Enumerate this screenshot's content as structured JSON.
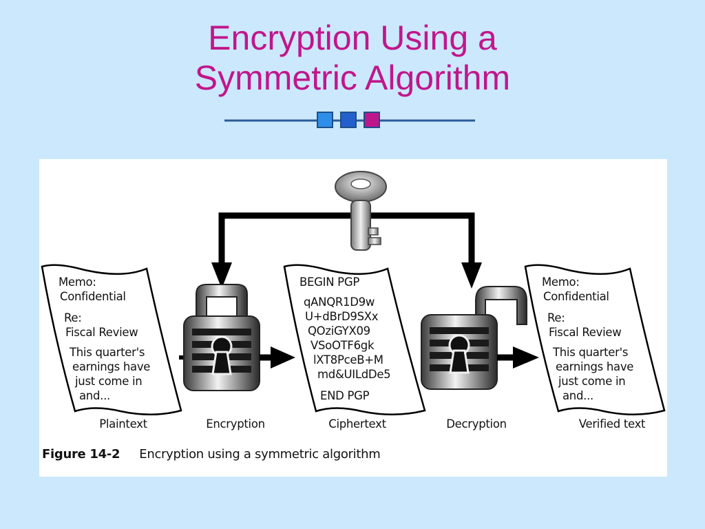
{
  "title": {
    "line1": "Encryption Using a",
    "line2": "Symmetric Algorithm"
  },
  "colors": {
    "title": "#c0168c",
    "background": "#cce8fc",
    "divider_line": "#2a5a9a",
    "square_1": "#2f8fe8",
    "square_2": "#2460cc",
    "square_3": "#c0168c"
  },
  "figure": {
    "plaintext_doc": {
      "lines": [
        "Memo:",
        "Confidential",
        "Re:",
        "Fiscal Review",
        "This quarter's",
        "earnings have",
        "just come in",
        "and..."
      ]
    },
    "ciphertext_doc": {
      "lines": [
        "BEGIN PGP",
        "qANQR1D9w",
        "U+dBrD9SXx",
        "QOziGYX09",
        "VSoOTF6gk",
        "lXT8PceB+M",
        "md&UILdDe5",
        "END PGP"
      ]
    },
    "verified_doc": {
      "lines": [
        "Memo:",
        "Confidential",
        "Re:",
        "Fiscal Review",
        "This quarter's",
        "earnings have",
        "just come in",
        "and..."
      ]
    },
    "labels": {
      "plaintext": "Plaintext",
      "encryption": "Encryption",
      "ciphertext": "Ciphertext",
      "decryption": "Decryption",
      "verified": "Verified text"
    },
    "caption": {
      "number": "Figure 14-2",
      "text": "Encryption using a symmetric algorithm"
    },
    "icons": [
      "key-icon",
      "closed-padlock-icon",
      "open-padlock-icon"
    ]
  }
}
